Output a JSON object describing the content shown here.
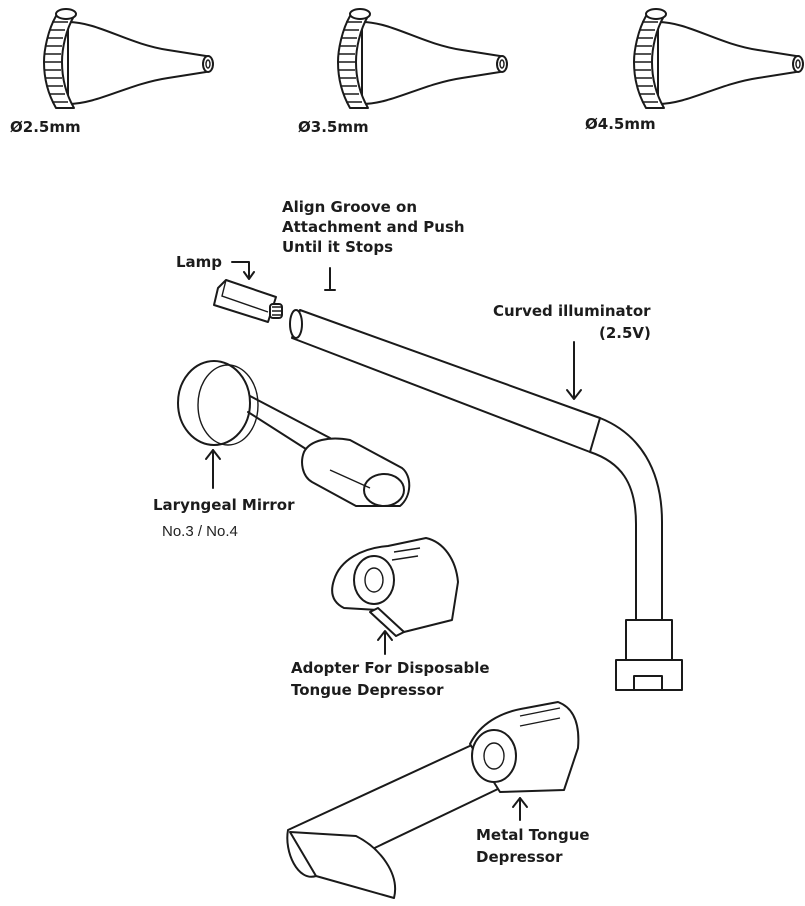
{
  "speculum_sizes": [
    "Ø2.5mm",
    "Ø3.5mm",
    "Ø4.5mm"
  ],
  "labels": {
    "groove": [
      "Align Groove on",
      "Attachment and Push",
      "Until it Stops"
    ],
    "lamp": "Lamp",
    "curved": [
      "Curved illuminator",
      "(2.5V)"
    ],
    "mirror": "Laryngeal Mirror",
    "mirror_sizes": "No.3 / No.4",
    "adapter": [
      "Adopter For Disposable",
      "Tongue Depressor"
    ],
    "metal": [
      "Metal Tongue",
      "Depressor"
    ]
  }
}
